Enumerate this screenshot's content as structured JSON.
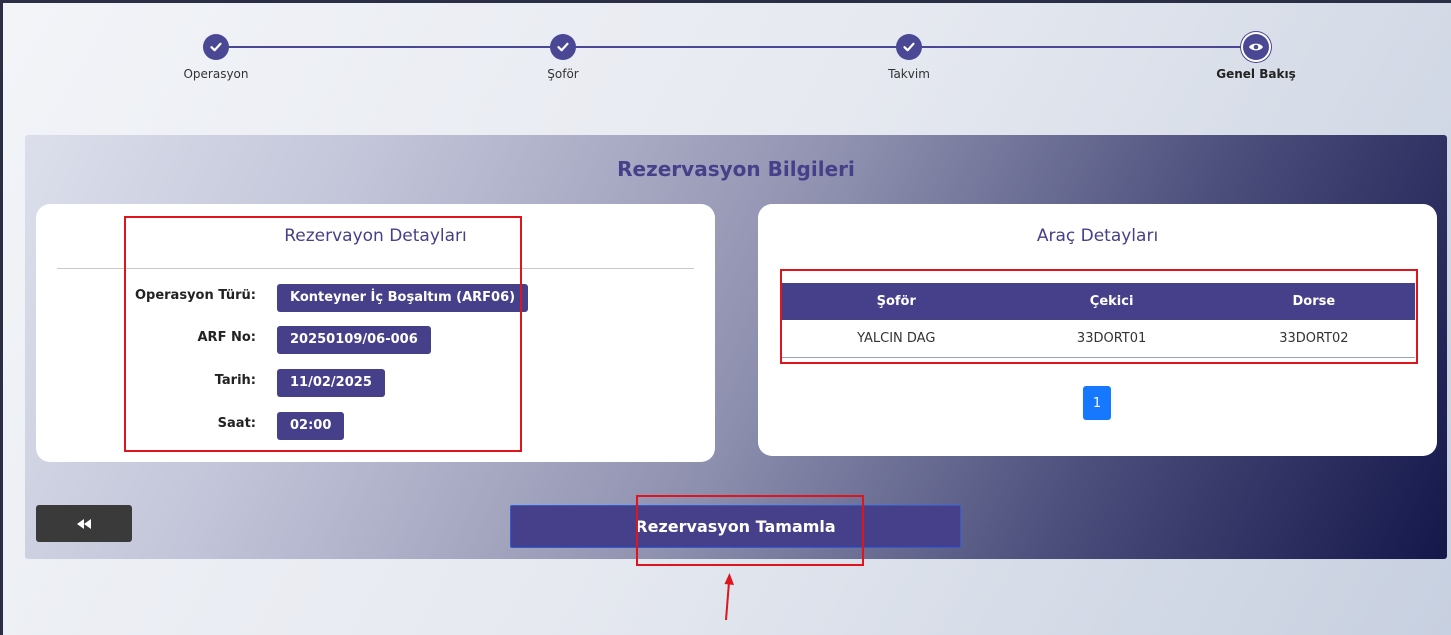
{
  "stepper": {
    "steps": [
      {
        "label": "Operasyon",
        "icon": "check-icon",
        "done": true
      },
      {
        "label": "Şoför",
        "icon": "check-icon",
        "done": true
      },
      {
        "label": "Takvim",
        "icon": "check-icon",
        "done": true
      },
      {
        "label": "Genel Bakış",
        "icon": "eye-icon",
        "active": true
      }
    ]
  },
  "panel": {
    "title": "Rezervasyon Bilgileri"
  },
  "reservation": {
    "title": "Rezervayon Detayları",
    "rows": [
      {
        "label": "Operasyon Türü:",
        "value": "Konteyner İç Boşaltım (ARF06)"
      },
      {
        "label": "ARF No:",
        "value": "20250109/06-006"
      },
      {
        "label": "Tarih:",
        "value": "11/02/2025"
      },
      {
        "label": "Saat:",
        "value": "02:00"
      }
    ]
  },
  "vehicle": {
    "title": "Araç Detayları",
    "columns": [
      "Şoför",
      "Çekici",
      "Dorse"
    ],
    "rows": [
      [
        "YALCIN DAG",
        "33DORT01",
        "33DORT02"
      ]
    ],
    "page": "1"
  },
  "actions": {
    "back_icon": "double-chevron-left-icon",
    "complete_label": "Rezervasyon Tamamla"
  },
  "colors": {
    "primary": "#46408a",
    "pager": "#1677ff",
    "highlight": "#e0141c"
  }
}
